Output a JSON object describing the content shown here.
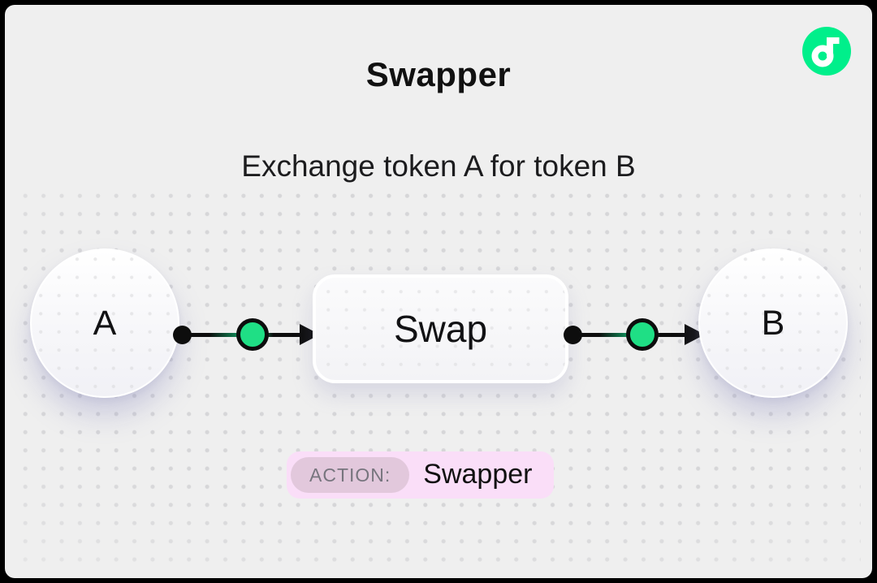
{
  "header": {
    "title": "Swapper",
    "subtitle": "Exchange token A for token B"
  },
  "logo": {
    "name": "Flow",
    "color": "#00ef8b"
  },
  "diagram": {
    "source_node": {
      "label": "A"
    },
    "process_node": {
      "label": "Swap"
    },
    "target_node": {
      "label": "B"
    },
    "edges": [
      {
        "from": "A",
        "to": "Swap"
      },
      {
        "from": "Swap",
        "to": "B"
      }
    ]
  },
  "action_badge": {
    "label": "ACTION:",
    "value": "Swapper"
  },
  "colors": {
    "canvas_background": "#efefef",
    "frame": "#000000",
    "accent_green": "#1fdf85",
    "logo_green": "#00ef8b",
    "connector_black": "#0d0d0d",
    "dot_grid": "#d6d6d8",
    "badge_pink": "#fadef8",
    "badge_chip_mauve": "#e2c8dc",
    "badge_chip_text": "#77757e",
    "text_primary": "#111111"
  }
}
